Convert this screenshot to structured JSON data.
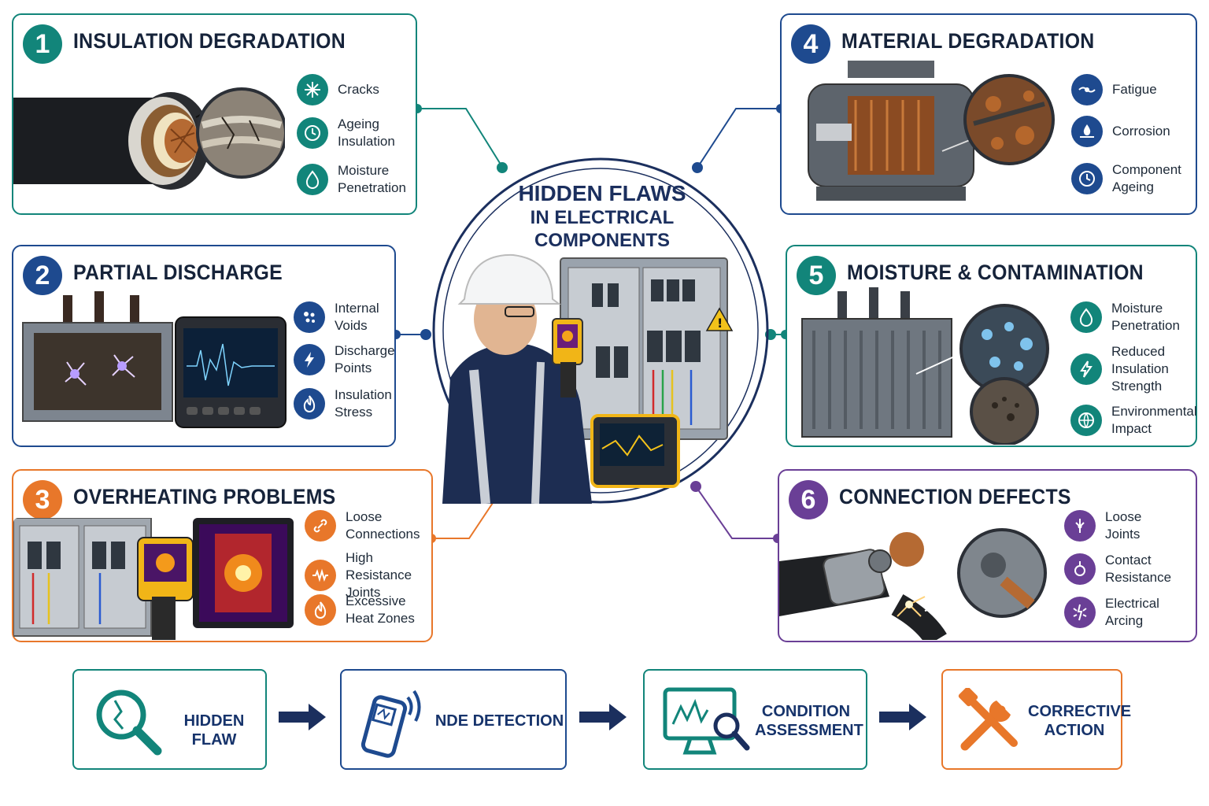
{
  "colors": {
    "teal": "#12857a",
    "navy": "#1e4a8f",
    "orange": "#e8772a",
    "purple": "#6a3f96",
    "dark_navy": "#1b2f5e"
  },
  "center": {
    "title_line1": "HIDDEN FLAWS",
    "title_line2": "IN ELECTRICAL",
    "title_line3": "COMPONENTS"
  },
  "panels": [
    {
      "number": "1",
      "title": "INSULATION DEGRADATION",
      "items": [
        {
          "label": "Cracks",
          "icon": "crack-icon"
        },
        {
          "label": "Ageing\nInsulation",
          "icon": "clock-icon"
        },
        {
          "label": "Moisture\nPenetration",
          "icon": "droplet-icon"
        }
      ]
    },
    {
      "number": "2",
      "title": "PARTIAL DISCHARGE",
      "items": [
        {
          "label": "Internal\nVoids",
          "icon": "voids-icon"
        },
        {
          "label": "Discharge\nPoints",
          "icon": "lightning-icon"
        },
        {
          "label": "Insulation\nStress",
          "icon": "flame-icon"
        }
      ]
    },
    {
      "number": "3",
      "title": "OVERHEATING PROBLEMS",
      "items": [
        {
          "label": "Loose\nConnections",
          "icon": "link-icon"
        },
        {
          "label": "High Resistance\nJoints",
          "icon": "resistor-icon"
        },
        {
          "label": "Excessive\nHeat Zones",
          "icon": "flame-icon"
        }
      ]
    },
    {
      "number": "4",
      "title": "MATERIAL DEGRADATION",
      "items": [
        {
          "label": "Fatigue",
          "icon": "fatigue-icon"
        },
        {
          "label": "Corrosion",
          "icon": "corrosion-icon"
        },
        {
          "label": "Component\nAgeing",
          "icon": "clock-icon"
        }
      ]
    },
    {
      "number": "5",
      "title": "MOISTURE & CONTAMINATION",
      "items": [
        {
          "label": "Moisture\nPenetration",
          "icon": "droplet-icon"
        },
        {
          "label": "Reduced\nInsulation\nStrength",
          "icon": "lightning-icon"
        },
        {
          "label": "Environmental\nImpact",
          "icon": "globe-icon"
        }
      ]
    },
    {
      "number": "6",
      "title": "CONNECTION DEFECTS",
      "items": [
        {
          "label": "Loose\nJoints",
          "icon": "joint-icon"
        },
        {
          "label": "Contact\nResistance",
          "icon": "contact-icon"
        },
        {
          "label": "Electrical\nArcing",
          "icon": "spark-icon"
        }
      ]
    }
  ],
  "flow": [
    {
      "label": "HIDDEN FLAW",
      "icon": "magnifier-crack-icon"
    },
    {
      "label": "NDE DETECTION",
      "icon": "handheld-detector-icon"
    },
    {
      "label": "CONDITION\nASSESSMENT",
      "icon": "monitor-analysis-icon"
    },
    {
      "label": "CORRECTIVE\nACTION",
      "icon": "tools-icon"
    }
  ]
}
